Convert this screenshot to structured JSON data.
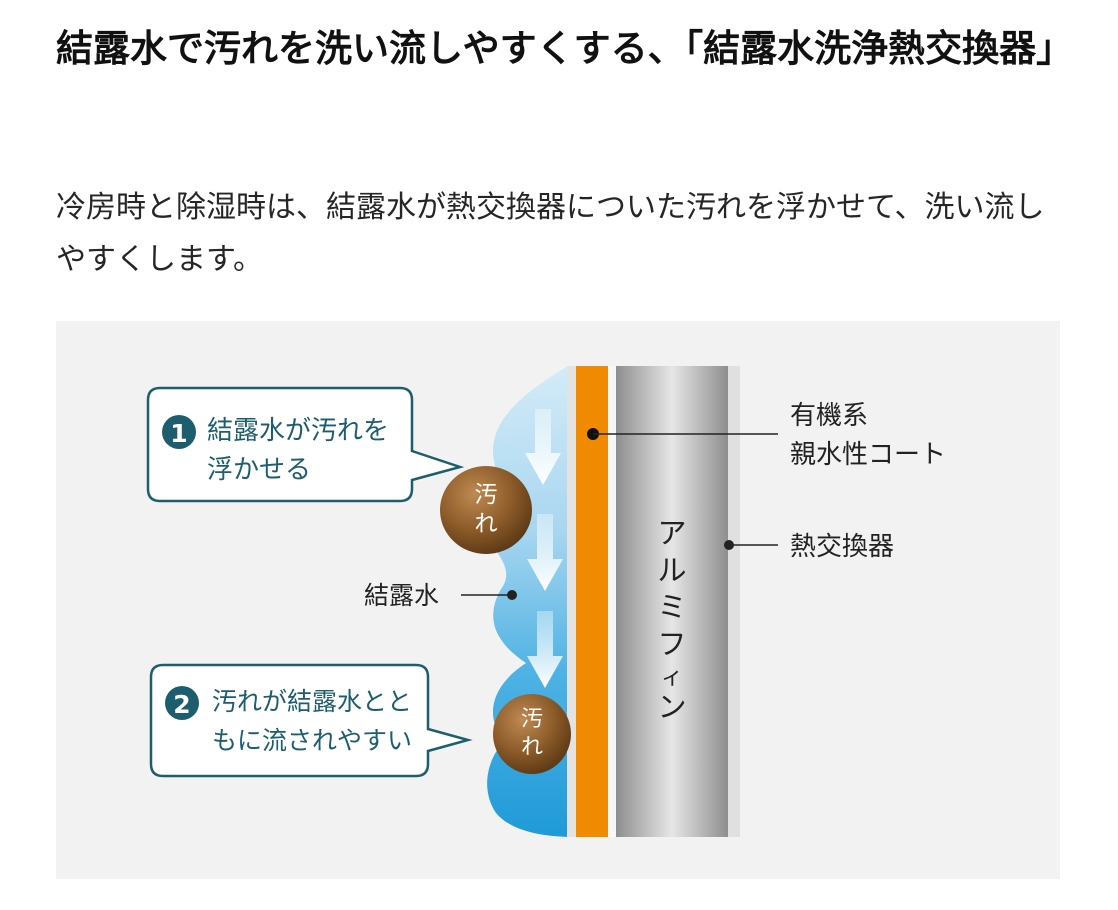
{
  "heading": "結露水で汚れを洗い流しやすくする、「結露水洗浄熱交換器」",
  "description": "冷房時と除湿時は、結露水が熱交換器についた汚れを浮かせて、洗い流しやすくします。",
  "diagram": {
    "callout1": {
      "number": "1",
      "line1": "結露水が汚れを",
      "line2": "浮かせる"
    },
    "callout2": {
      "number": "2",
      "line1": "汚れが結露水とと",
      "line2": "もに流されやすい"
    },
    "dirt_label": [
      "汚",
      "れ"
    ],
    "condensate_label": "結露水",
    "coat_label": {
      "line1": "有機系",
      "line2": "親水性コート"
    },
    "exchanger_label": "熱交換器",
    "fin_label": [
      "ア",
      "ル",
      "ミ",
      "フ",
      "ィ",
      "ン"
    ],
    "colors": {
      "teal": "#1d5e6e",
      "water_light": "#c6e4f5",
      "water_dark": "#2aa1dc",
      "coat_orange": "#f08a00",
      "dirt_brown": "#8a5a28",
      "figure_bg": "#f2f2f2"
    }
  }
}
